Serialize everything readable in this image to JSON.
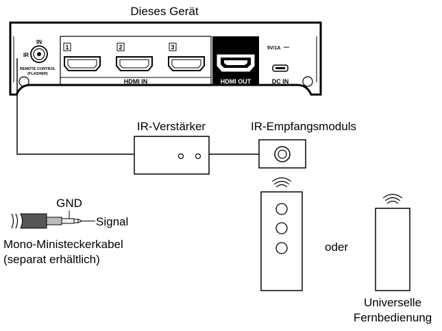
{
  "device": {
    "title": "Dieses Gerät",
    "ir_label": "IR",
    "in_label": "IN",
    "remote_control_label": "REMOTE CONTROL",
    "flasher_label": "(FLASHER)",
    "hdmi_in_numbers": [
      "1",
      "2",
      "3"
    ],
    "hdmi_in_label": "HDMI IN",
    "hdmi_out_label": "HDMI OUT",
    "power_rating": "5V/1A",
    "dc_in_label": "DC IN"
  },
  "components": {
    "ir_amplifier": "IR-Verstärker",
    "ir_receiver": "IR-Empfangsmoduls"
  },
  "cable": {
    "gnd": "GND",
    "signal": "Signal",
    "name": "Mono-Ministeckerkabel",
    "note": "(separat erhältlich)"
  },
  "remotes": {
    "or": "oder",
    "universal_line1": "Universelle",
    "universal_line2": "Fernbedienung"
  }
}
